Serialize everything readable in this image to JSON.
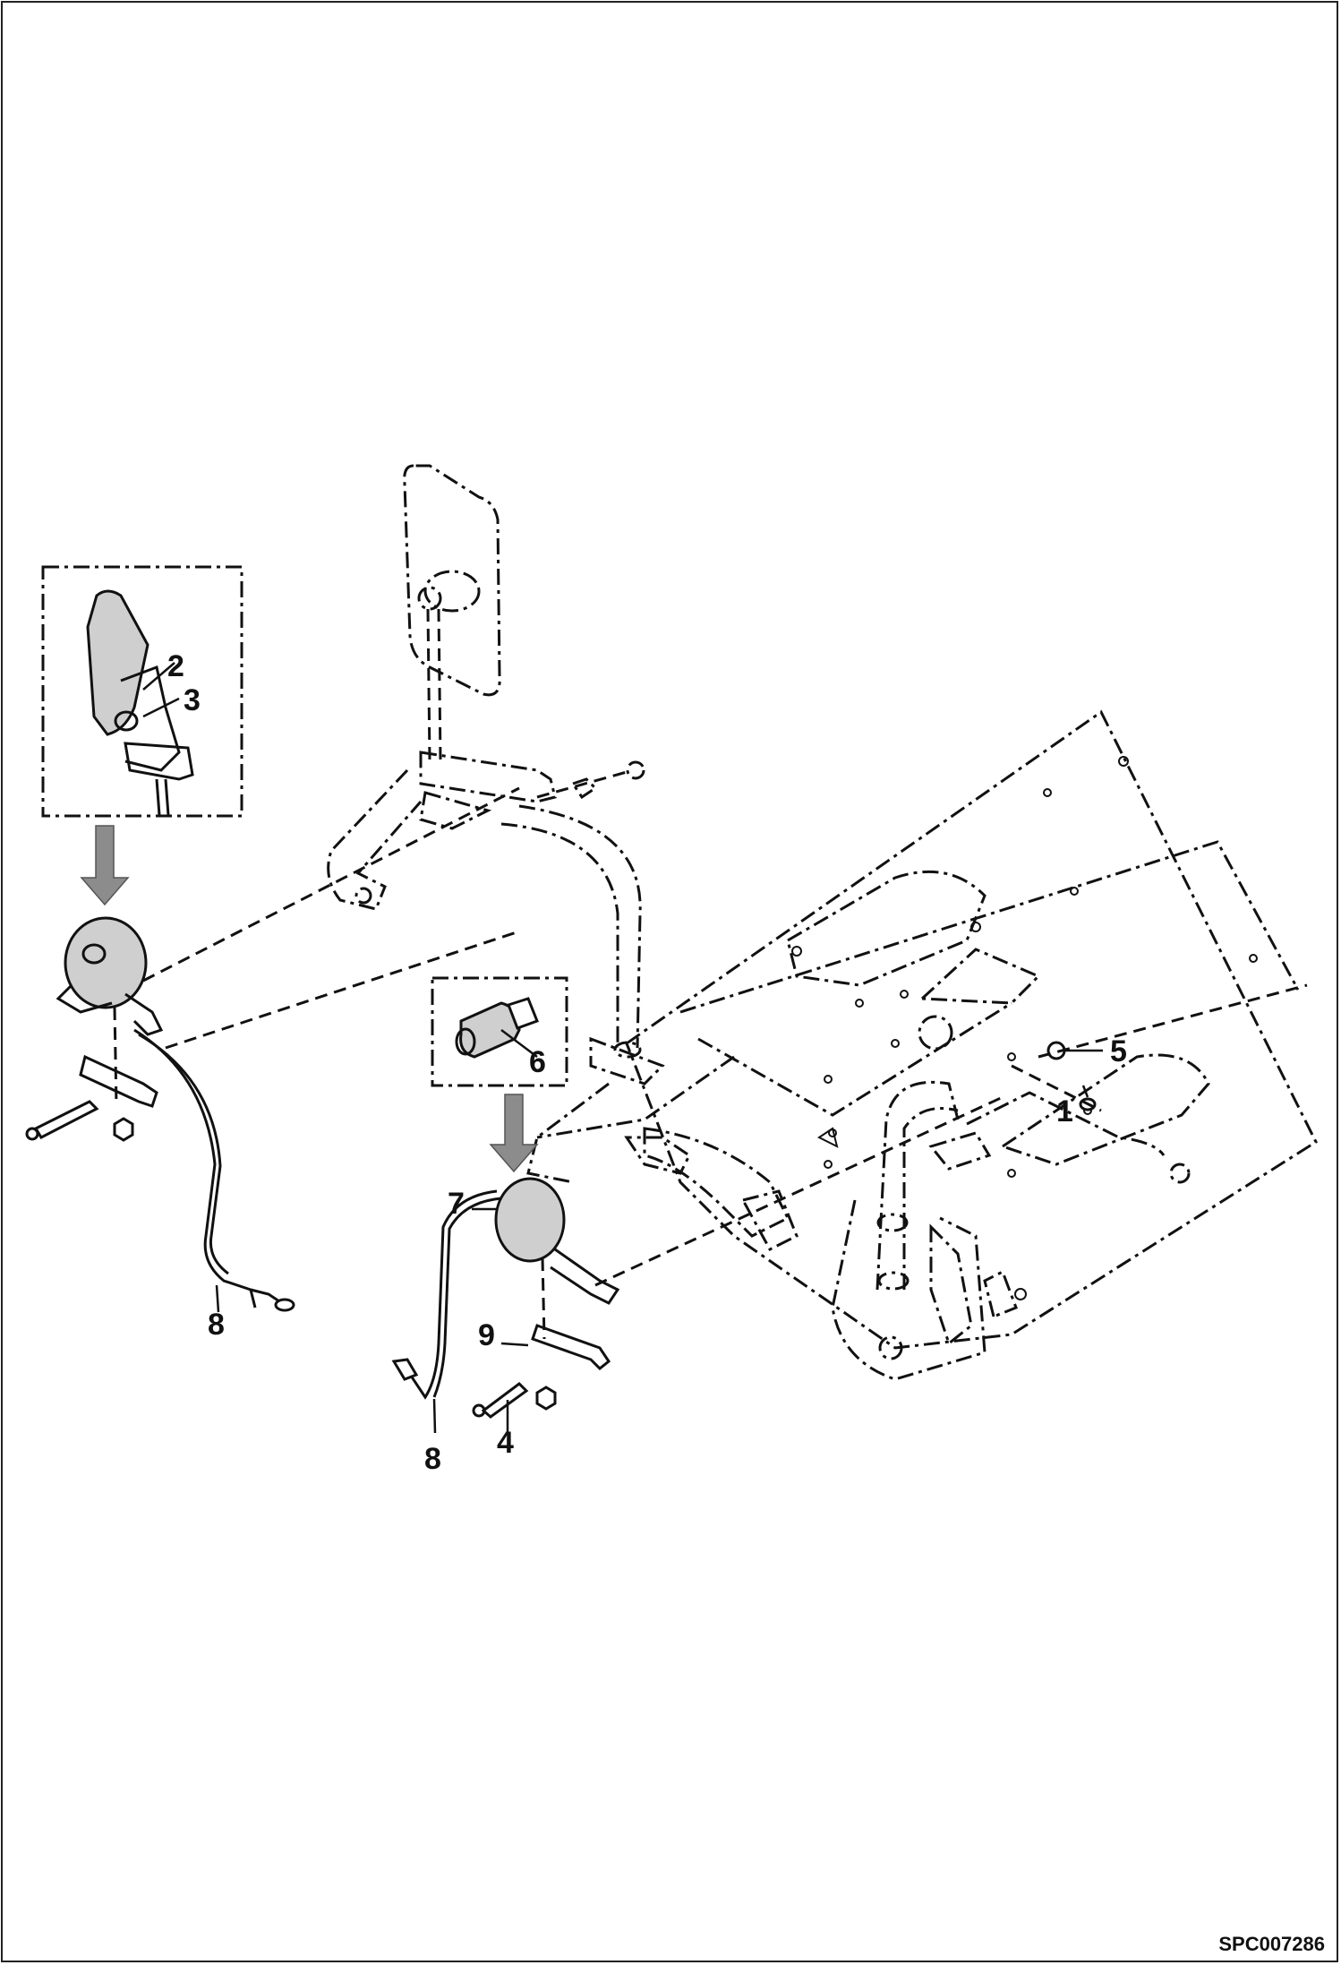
{
  "drawing": {
    "document_code": "SPC007286",
    "callouts": [
      {
        "id": "c1",
        "label": "1"
      },
      {
        "id": "c2",
        "label": "2"
      },
      {
        "id": "c3",
        "label": "3"
      },
      {
        "id": "c4",
        "label": "4"
      },
      {
        "id": "c5",
        "label": "5"
      },
      {
        "id": "c6",
        "label": "6"
      },
      {
        "id": "c7",
        "label": "7"
      },
      {
        "id": "c8a",
        "label": "8"
      },
      {
        "id": "c8b",
        "label": "8"
      },
      {
        "id": "c9",
        "label": "9"
      }
    ]
  }
}
